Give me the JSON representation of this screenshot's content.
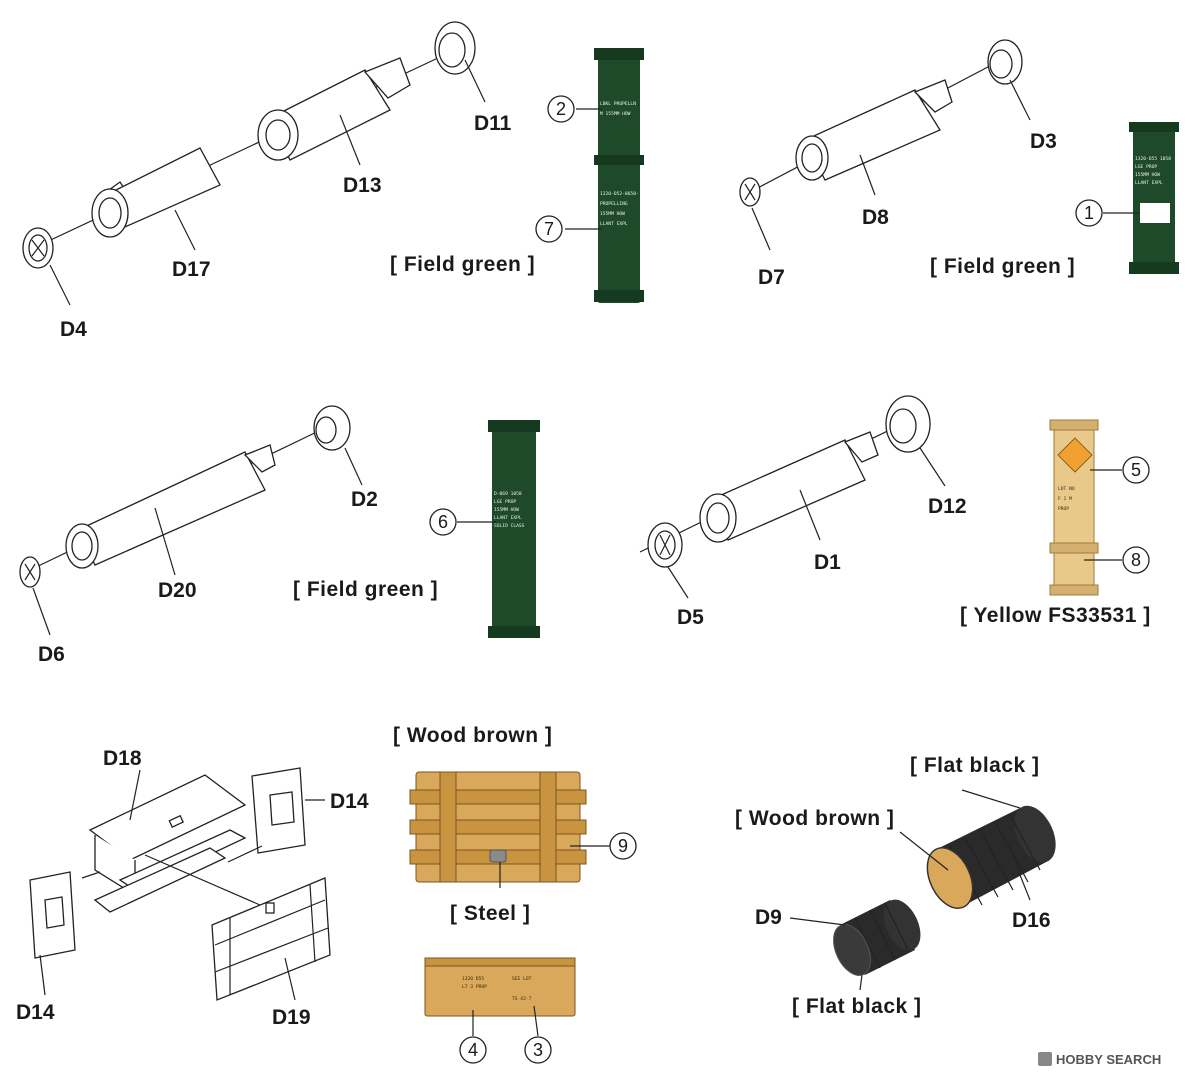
{
  "part_labels": {
    "d1": "D1",
    "d2": "D2",
    "d3": "D3",
    "d4": "D4",
    "d5": "D5",
    "d6": "D6",
    "d7": "D7",
    "d8": "D8",
    "d9": "D9",
    "d11": "D11",
    "d12": "D12",
    "d13": "D13",
    "d14a": "D14",
    "d14b": "D14",
    "d16": "D16",
    "d17": "D17",
    "d18": "D18",
    "d19": "D19",
    "d20": "D20"
  },
  "callouts": {
    "c1": "1",
    "c2": "2",
    "c3": "3",
    "c4": "4",
    "c5": "5",
    "c6": "6",
    "c7": "7",
    "c8": "8",
    "c9": "9"
  },
  "paint_labels": {
    "field_green_1": "[ Field green ]",
    "field_green_2": "[ Field green ]",
    "field_green_3": "[ Field green ]",
    "yellow": "[ Yellow FS33531 ]",
    "wood_brown_crate": "[ Wood brown ]",
    "steel": "[ Steel ]",
    "flat_black_top": "[ Flat black ]",
    "wood_brown_cap": "[ Wood brown ]",
    "flat_black_bottom": "[ Flat black ]"
  },
  "watermark": "HOBBY SEARCH",
  "colors": {
    "field_green": "#1f4a2a",
    "yellow_fs33531": "#e8c98a",
    "wood_brown": "#d9a85a",
    "flat_black": "#2a2a2a"
  }
}
